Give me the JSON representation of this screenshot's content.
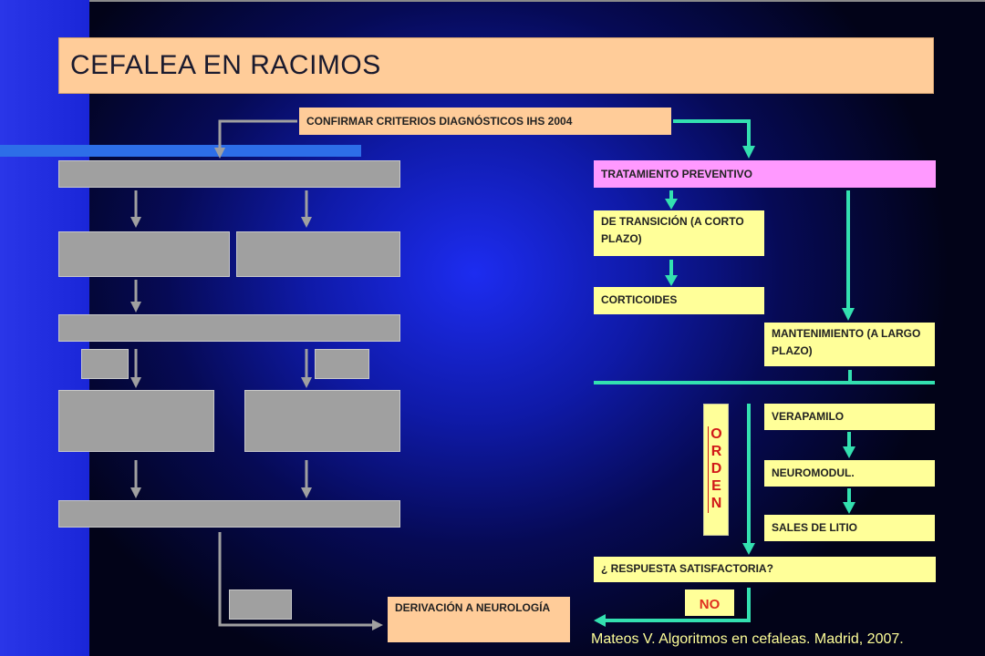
{
  "title": "CEFALEA EN RACIMOS",
  "nodes": {
    "confirm": "CONFIRMAR CRITERIOS DIAGNÓSTICOS IHS 2004",
    "preventive": "TRATAMIENTO PREVENTIVO",
    "transition": "DE TRANSICIÓN (A CORTO PLAZO)",
    "corticoids": "CORTICOIDES",
    "maintenance": "MANTENIMIENTO (A LARGO PLAZO)",
    "verapamil": "VERAPAMILO",
    "neuromodul": "NEUROMODUL.",
    "lithium": "SALES DE LITIO",
    "response": "¿ RESPUESTA SATISFACTORIA?",
    "no": "NO",
    "referral": "DERIVACIÓN A NEUROLOGÍA"
  },
  "order_label": "ORDEN",
  "citation": "Mateos V. Algoritmos en cefaleas. Madrid, 2007.",
  "colors": {
    "arrow_grey": "#a0a0a0",
    "arrow_teal": "#33e0b0",
    "peach": "#ffcc99",
    "yellow": "#ffff99",
    "pink": "#ff99ff",
    "red_text": "#e03020"
  }
}
